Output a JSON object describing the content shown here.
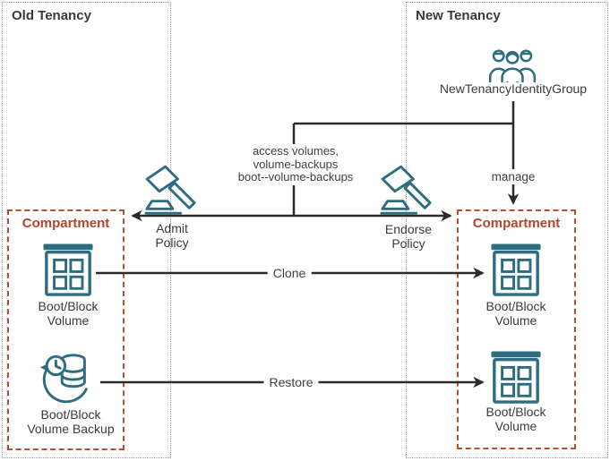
{
  "colors": {
    "accent_teal": "#2E6C80",
    "compartment_orange": "#B2512E",
    "compartment_title_orange": "#B5452A",
    "line_dark": "#2B2B2B",
    "text_dark": "#3B3B3B",
    "tenancy_border_gray": "#9E9E9E"
  },
  "old_tenancy": {
    "title": "Old Tenancy",
    "compartment": {
      "title": "Compartment",
      "volume": {
        "line1": "Boot/Block",
        "line2": "Volume"
      },
      "backup": {
        "line1": "Boot/Block",
        "line2": "Volume Backup"
      }
    }
  },
  "new_tenancy": {
    "title": "New Tenancy",
    "identity_group": {
      "label": "NewTenancyIdentityGroup"
    },
    "compartment": {
      "title": "Compartment",
      "volume_top": {
        "line1": "Boot/Block",
        "line2": "Volume"
      },
      "volume_bottom": {
        "line1": "Boot/Block",
        "line2": "Volume"
      }
    }
  },
  "policies": {
    "admit": {
      "line1": "Admit",
      "line2": "Policy"
    },
    "endorse": {
      "line1": "Endorse",
      "line2": "Policy"
    }
  },
  "edges": {
    "access": {
      "line1": "access volumes,",
      "line2": "volume-backups",
      "line3": "boot--volume-backups"
    },
    "manage": "manage",
    "clone": "Clone",
    "restore": "Restore"
  },
  "icons": {
    "identity_group": "people-group-icon",
    "policy": "gavel-icon",
    "volume": "block-volume-icon",
    "backup": "volume-backup-icon"
  }
}
